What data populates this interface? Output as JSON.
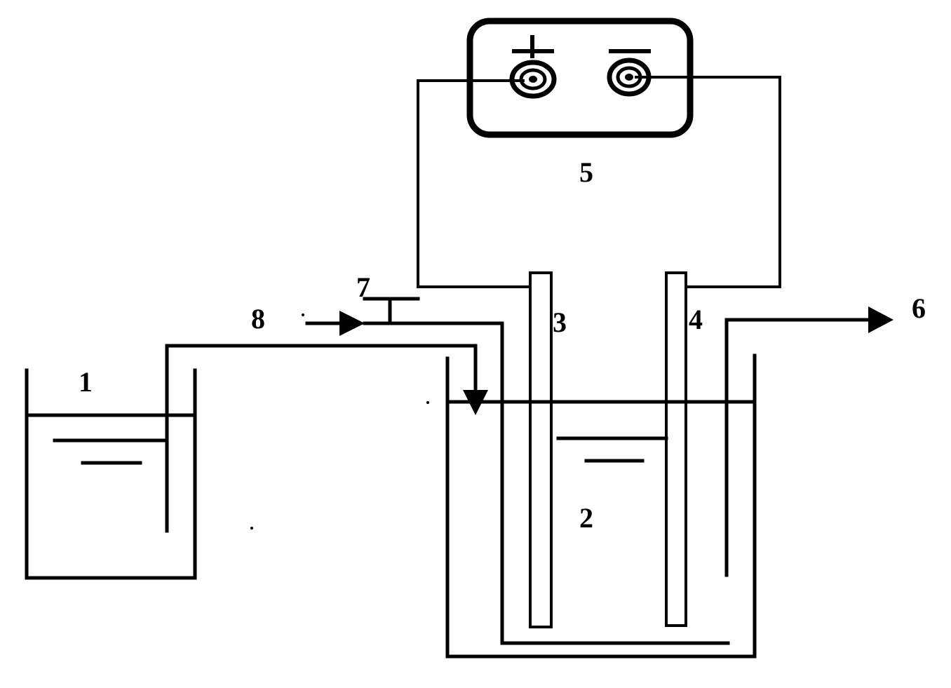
{
  "labels": {
    "tank1": "1",
    "tank2": "2",
    "electrode3": "3",
    "electrode4": "4",
    "power": "5",
    "outlet": "6",
    "valve": "7",
    "gas": "8"
  },
  "power_supply": {
    "positive": "+",
    "negative": "−"
  },
  "colors": {
    "ink": "#000000",
    "background": "#ffffff"
  }
}
